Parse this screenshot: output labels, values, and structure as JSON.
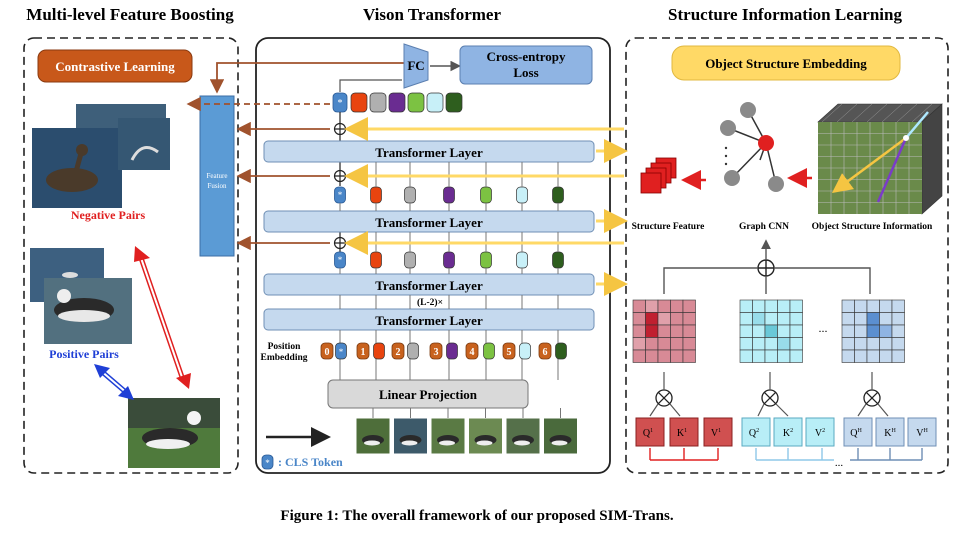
{
  "panels": {
    "left_title": "Multi-level Feature Boosting",
    "middle_title": "Vison Transformer",
    "right_title": "Structure Information Learning"
  },
  "left": {
    "contrastive_label": "Contrastive Learning",
    "negative_label": "Negative Pairs",
    "positive_label": "Positive Pairs",
    "feature_fusion_label_line1": "Feature",
    "feature_fusion_label_line2": "Fusion"
  },
  "middle": {
    "fc_label": "FC",
    "loss_label_line1": "Cross-entropy",
    "loss_label_line2": "Loss",
    "transformer_layer_label": "Transformer Layer",
    "repeat_label": "(L-2)×",
    "position_embedding_line1": "Position",
    "position_embedding_line2": "Embedding",
    "linear_projection_label": "Linear Projection",
    "cls_token_legend": ": CLS Token",
    "cls_symbol": "*",
    "position_numbers": [
      "0",
      "1",
      "2",
      "3",
      "4",
      "5",
      "6"
    ]
  },
  "right": {
    "object_structure_embedding": "Object Structure Embedding",
    "structure_feature_label": "Structure Feature",
    "graph_cnn_label": "Graph CNN",
    "object_structure_information_label": "Object Structure Information",
    "ellipsis": "...",
    "q1": "Q",
    "k1": "K",
    "v1": "V",
    "sup1": "1",
    "sup2": "2",
    "supH": "H"
  },
  "caption": "Figure 1: The overall framework of our proposed SIM-Trans.",
  "colors": {
    "token_colors": [
      "#e8440f",
      "#b0b0b0",
      "#6a2c91",
      "#7cc242",
      "#c8f0f8",
      "#2e5e1e"
    ],
    "cls_color": "#4a86c8",
    "transformer_fill": "#c5d9ee",
    "contrastive_fill": "#c8581a",
    "ose_fill": "#ffd966",
    "feature_fusion_fill": "#5b9bd5",
    "loss_fill": "#8fb4e3",
    "arrow_yellow": "#ffd966",
    "arrow_brown": "#a0522d",
    "negative_red": "#e02020",
    "positive_blue": "#1f3fd6"
  }
}
